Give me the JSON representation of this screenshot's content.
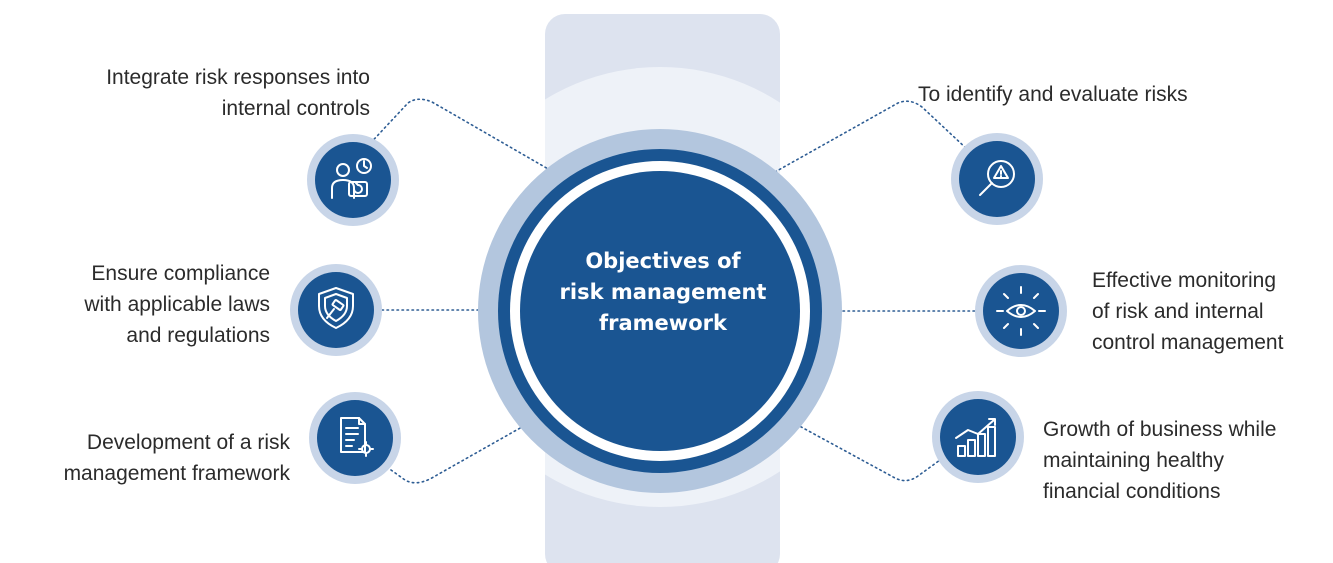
{
  "center": {
    "lines": [
      "Objectives of",
      "risk management",
      "framework"
    ]
  },
  "objectives": [
    {
      "lines": [
        "Integrate risk responses into",
        "internal controls"
      ],
      "icon": "person-clock-icon"
    },
    {
      "lines": [
        "Ensure compliance",
        "with applicable laws",
        "and regulations"
      ],
      "icon": "shield-gavel-icon"
    },
    {
      "lines": [
        "Development of a risk",
        "management framework"
      ],
      "icon": "document-gear-icon"
    },
    {
      "lines": [
        "To identify and evaluate risks"
      ],
      "icon": "magnifier-warning-icon"
    },
    {
      "lines": [
        "Effective monitoring",
        "of risk and internal",
        "control management"
      ],
      "icon": "eye-radiating-icon"
    },
    {
      "lines": [
        "Growth of business while",
        "maintaining healthy",
        "financial conditions"
      ],
      "icon": "growth-chart-icon"
    }
  ],
  "colors": {
    "primary": "#1a5592",
    "ring_light": "#b3c6de",
    "arc_light": "#e7eef6",
    "column": "#dde3ef",
    "connector": "#2e5d94"
  }
}
